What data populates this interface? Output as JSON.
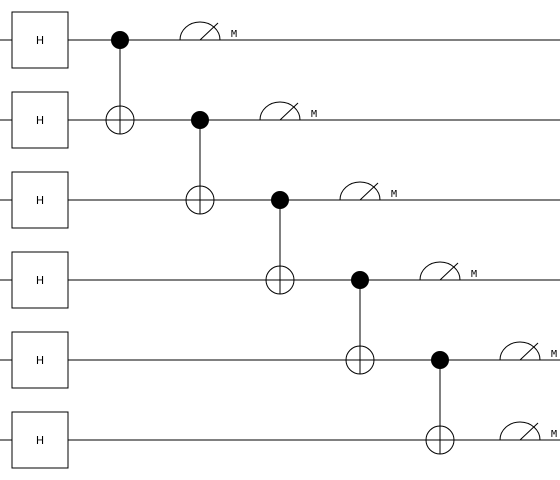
{
  "circuit": {
    "qubits": 6,
    "initial_gates": [
      {
        "qubit": 0,
        "label": "H"
      },
      {
        "qubit": 1,
        "label": "H"
      },
      {
        "qubit": 2,
        "label": "H"
      },
      {
        "qubit": 3,
        "label": "H"
      },
      {
        "qubit": 4,
        "label": "H"
      },
      {
        "qubit": 5,
        "label": "H"
      }
    ],
    "cnots": [
      {
        "control": 0,
        "target": 1
      },
      {
        "control": 1,
        "target": 2
      },
      {
        "control": 2,
        "target": 3
      },
      {
        "control": 3,
        "target": 4
      },
      {
        "control": 4,
        "target": 5
      }
    ],
    "measurements": [
      {
        "qubit": 0,
        "label": "M"
      },
      {
        "qubit": 1,
        "label": "M"
      },
      {
        "qubit": 2,
        "label": "M"
      },
      {
        "qubit": 3,
        "label": "M"
      },
      {
        "qubit": 4,
        "label": "M"
      },
      {
        "qubit": 5,
        "label": "M"
      }
    ]
  }
}
